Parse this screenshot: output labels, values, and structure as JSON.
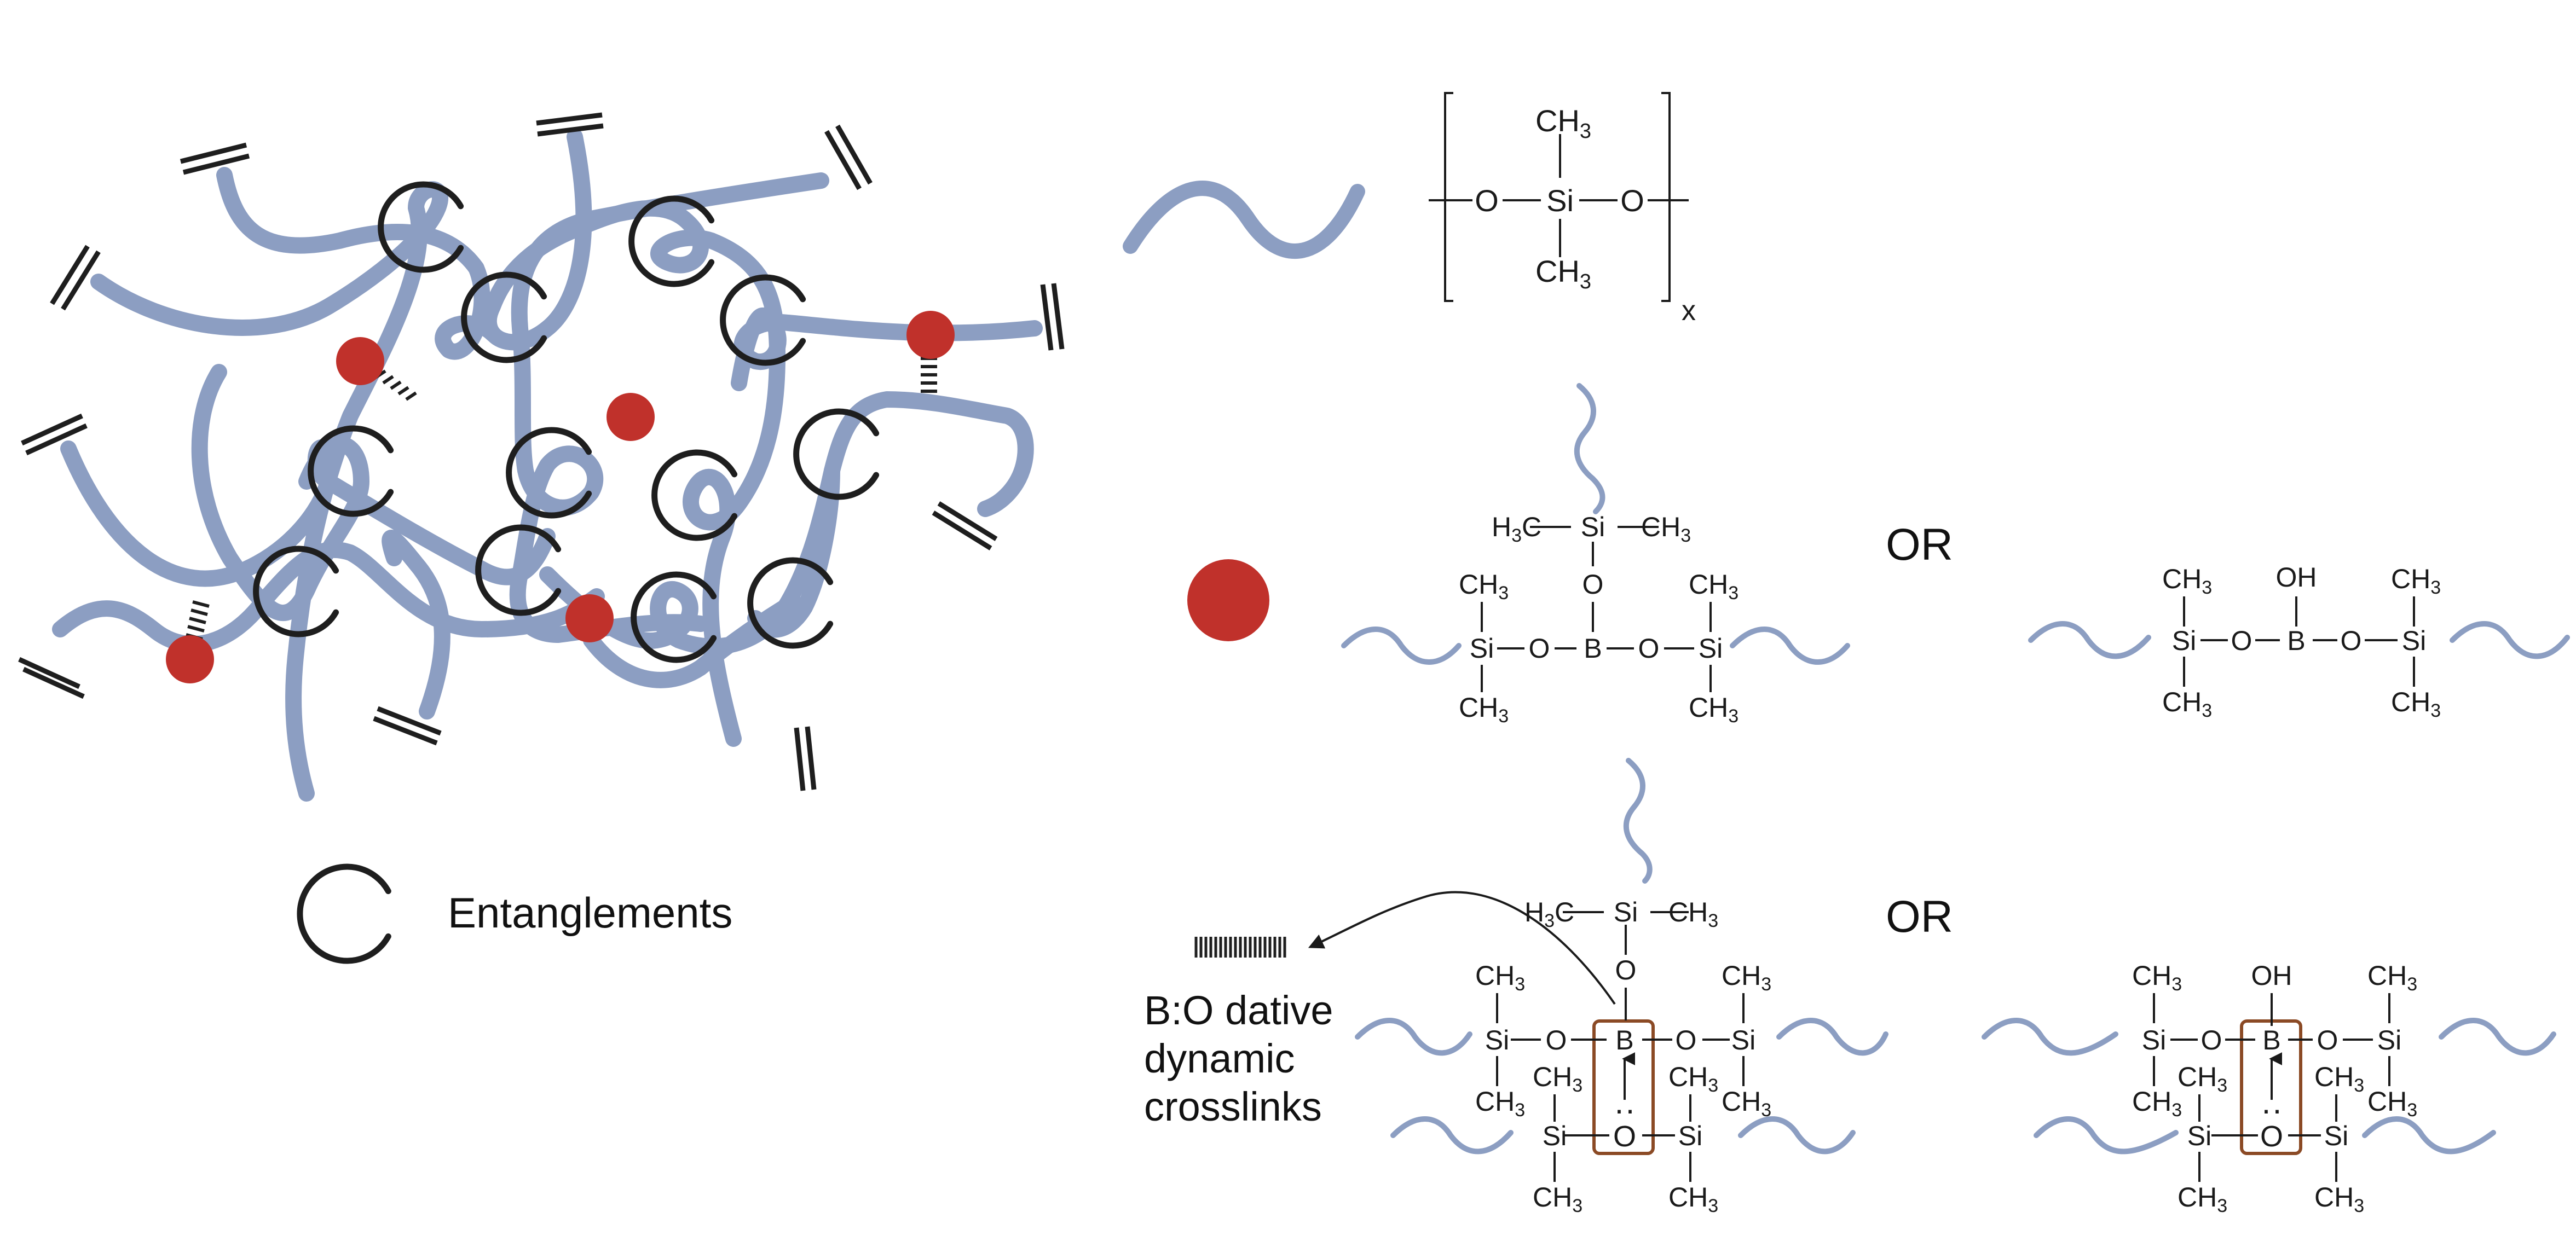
{
  "colors": {
    "chain": "#8c9ec2",
    "crosslink": "#c0312b",
    "ring": "#1e1e1e",
    "highlight": "#8b4a25"
  },
  "legend": {
    "entanglements": "Entanglements",
    "dative_line1": "B:O dative",
    "dative_line2": "dynamic",
    "dative_line3": "crosslinks"
  },
  "or_label": "OR",
  "atoms": {
    "si": "Si",
    "o": "O",
    "b": "B",
    "oh": "OH",
    "ch3": "CH",
    "h3c": "H",
    "h3c_c": "C",
    "sub3": "3",
    "repeat_x": "x",
    "lone_pair": "··"
  }
}
